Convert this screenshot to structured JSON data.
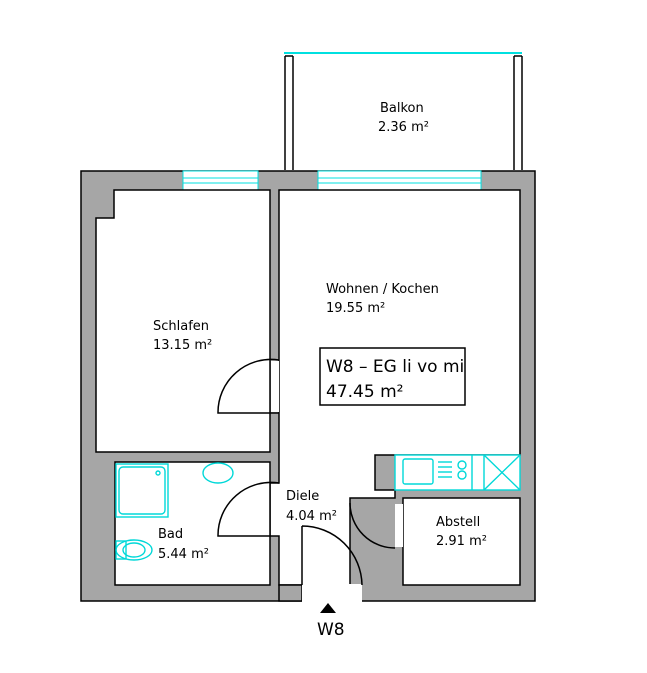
{
  "rooms": {
    "balkon": {
      "name": "Balkon",
      "area": "2.36 m²"
    },
    "wohnen": {
      "name": "Wohnen / Kochen",
      "area": "19.55 m²"
    },
    "schlafen": {
      "name": "Schlafen",
      "area": "13.15 m²"
    },
    "bad": {
      "name": "Bad",
      "area": "5.44 m²"
    },
    "diele": {
      "name": "Diele",
      "area": "4.04 m²"
    },
    "abstell": {
      "name": "Abstell",
      "area": "2.91 m²"
    }
  },
  "unit": {
    "label": "W8 – EG li vo mi",
    "total_area": "47.45 m²"
  },
  "entrance": {
    "label": "W8"
  }
}
